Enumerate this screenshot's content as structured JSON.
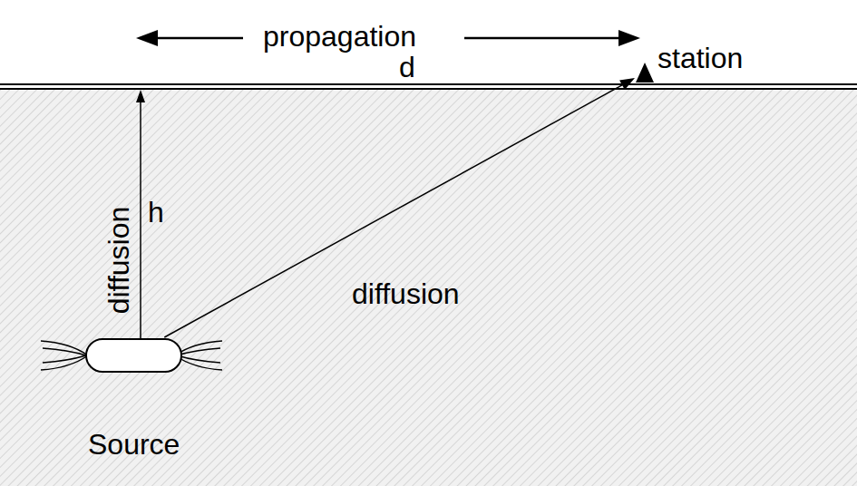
{
  "diagram": {
    "nodes": [
      {
        "text": [
          "Source"
        ]
      },
      {
        "text": [
          "station"
        ]
      }
    ],
    "edges": [
      {
        "from": 0,
        "to": 1,
        "arrow": "to",
        "label": "diffusion"
      }
    ],
    "labels": [
      "propagation",
      "d",
      "h",
      "diffusion"
    ]
  }
}
